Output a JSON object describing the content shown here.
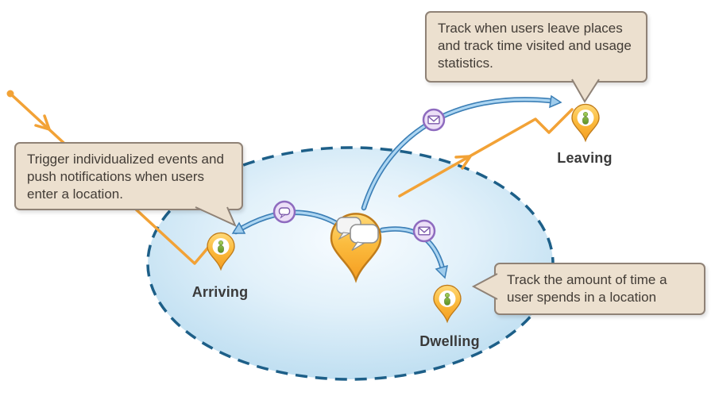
{
  "diagram": {
    "title": "Geofence location events diagram",
    "region_shape": "dashed-ellipse"
  },
  "labels": {
    "arriving": "Arriving",
    "dwelling": "Dwelling",
    "leaving": "Leaving"
  },
  "callouts": {
    "leaving": "Track when users leave places and track time visited and usage statistics.",
    "arriving": "Trigger individualized events and push notifications when users enter a location.",
    "dwelling": "Track the amount of time a user spends in a location"
  },
  "icons": {
    "center_pin": "chat-bubbles-icon",
    "person_pins": "person-icon",
    "arriving_curve": "speech-bubble-icon",
    "leaving_curve": "envelope-icon",
    "dwelling_curve": "envelope-icon"
  },
  "colors": {
    "ellipse_stroke": "#1d5f88",
    "ellipse_fill_light": "#f8fcff",
    "ellipse_fill_dark": "#badcf0",
    "pin_orange_light": "#ffd978",
    "pin_orange_dark": "#f59d20",
    "pin_outline": "#c07c1b",
    "person_green": "#5c8f25",
    "arrow_blue_dark": "#3c7fb6",
    "arrow_blue_light": "#add6f2",
    "line_orange": "#f2a236",
    "callout_fill": "#ece0cf",
    "callout_border": "#8f8276",
    "icon_purple_stroke": "#8e6bbf",
    "icon_purple_fill": "#ecdff7",
    "text": "#423c36"
  }
}
